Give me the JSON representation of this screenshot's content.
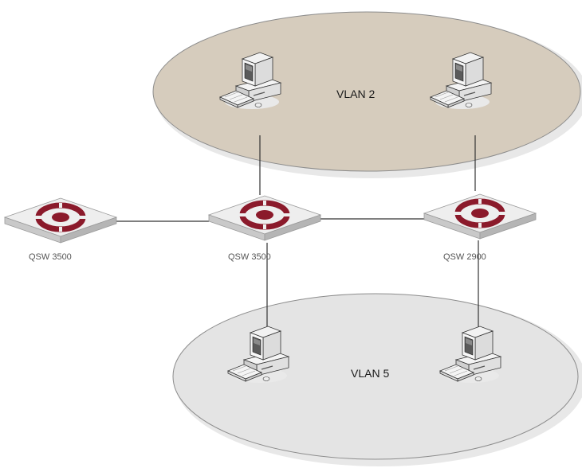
{
  "diagram": {
    "vlans": [
      {
        "label": "VLAN 2",
        "fill": "#d6ccbd"
      },
      {
        "label": "VLAN 5",
        "fill": "#e4e4e4"
      }
    ],
    "switches": [
      {
        "label": "QSW 3500"
      },
      {
        "label": "QSW 3500"
      },
      {
        "label": "QSW 2900"
      }
    ],
    "hosts": [
      {
        "vlan": "VLAN 2",
        "icon": "computer-icon"
      },
      {
        "vlan": "VLAN 2",
        "icon": "computer-icon"
      },
      {
        "vlan": "VLAN 5",
        "icon": "computer-icon"
      },
      {
        "vlan": "VLAN 5",
        "icon": "computer-icon"
      }
    ],
    "colors": {
      "switch_logo": "#8b1a2b",
      "switch_body": "#e8e6e6",
      "link": "#333333"
    }
  }
}
